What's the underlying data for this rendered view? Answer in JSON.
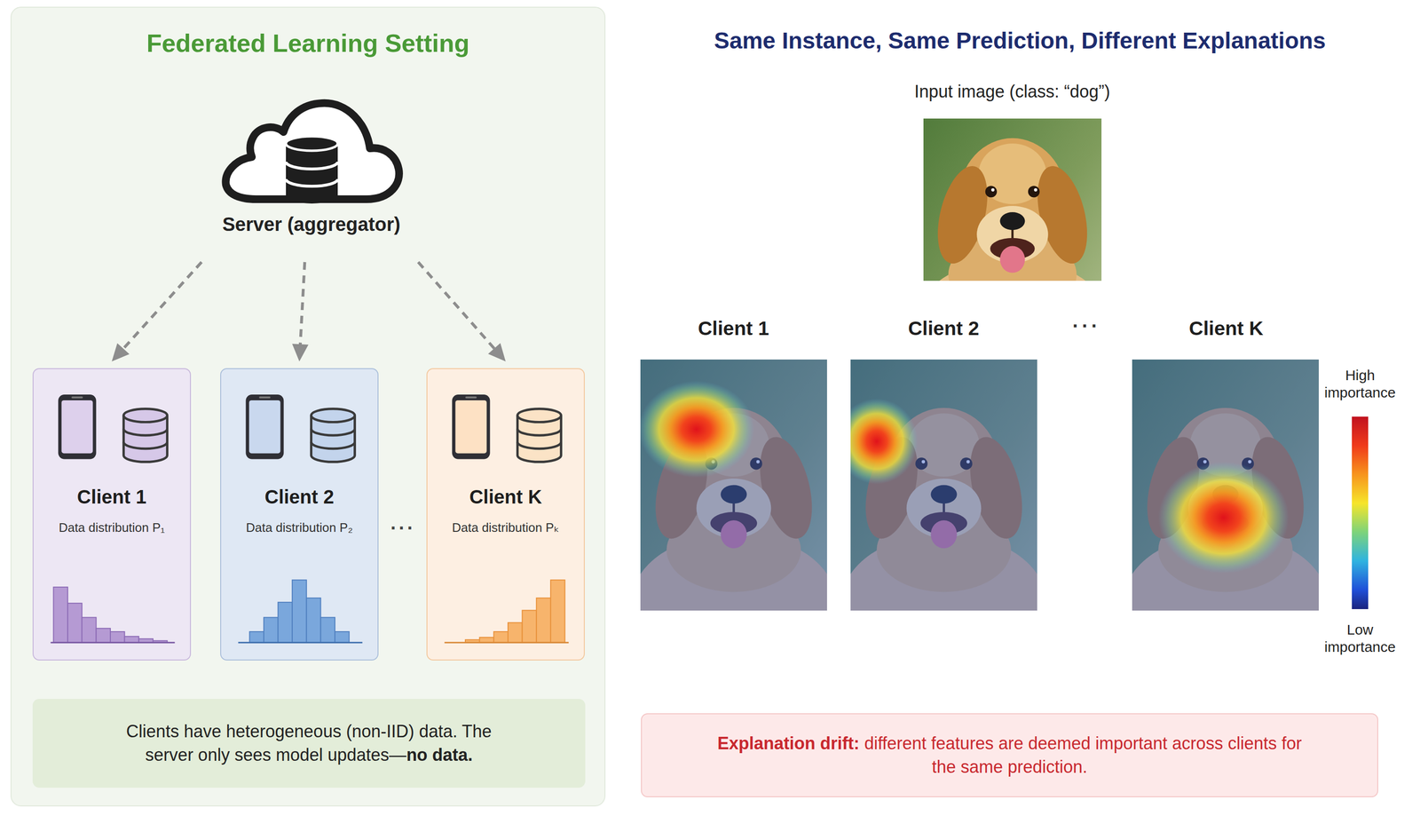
{
  "diagram": {
    "nodes": [
      {
        "text": [
          "Federated Learning Setting"
        ]
      },
      {
        "text": [
          "Server (aggregator)"
        ],
        "in": 0
      },
      {
        "text": [
          "Client 1",
          "Data distribution P₁"
        ],
        "in": 0
      },
      {
        "text": [
          "Client 2",
          "Data distribution P₂"
        ],
        "in": 0
      },
      {
        "text": [
          "Client K",
          "Data distribution Pₖ"
        ],
        "in": 0
      },
      {
        "text": [
          "Clients have heterogeneous (non-IID) data. The server only sees model updates—",
          "no data."
        ],
        "in": 0
      },
      {
        "text": [
          "Explanation drift:",
          "different features are deemed important across clients for the same prediction."
        ]
      }
    ],
    "edges": [
      {
        "from": 1,
        "to": 2,
        "arrow": "to"
      },
      {
        "from": 1,
        "to": 3,
        "arrow": "to"
      },
      {
        "from": 1,
        "to": 4,
        "arrow": "to"
      }
    ],
    "labels": [
      "···",
      "Same Instance, Same Prediction, Different Explanations",
      "Input image (class: “dog”)",
      "Client 1",
      "Client 2",
      "···",
      "Client K",
      "High importance",
      "Low importance"
    ]
  }
}
